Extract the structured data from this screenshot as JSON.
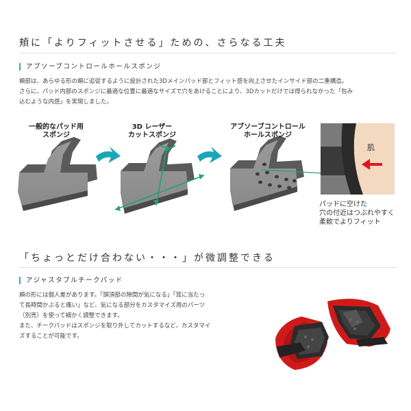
{
  "section1": {
    "heading": "頬に「よりフィットさせる」ための、さらなる工夫",
    "subheading": "アブソーブコントロールホールスポンジ",
    "paragraph": "頬部は、あらゆる形の頬に追従するように設計された3Dメインパッド部とフィット感を向上させたインサイド部の二重構造。\nさらに、パッド内部のスポンジに最適な位置に最適なサイズで穴をあけることにより、3Dカットだけでは得られなかった「包み\n込むような内感」を実現しました。",
    "diagram": {
      "label_general": "一般的なパッド用\nスポンジ",
      "label_3d": "3D レーザー\nカットスポンジ",
      "label_absorb": "アブソーブコントロール\nホールスポンジ",
      "skin_label": "肌",
      "note": "パッドに空けた\n穴の付近はつぶれやすく\n柔軟でよりフィット",
      "colors": {
        "arrow": "#1aa6b8",
        "green": "#1fa27a",
        "red": "#e0161c",
        "skin": "#f2d9bf"
      }
    }
  },
  "section2": {
    "heading": "「ちょっとだけ合わない・・・」が微調整できる",
    "subheading": "アジャスタブルチークパッド",
    "paragraph": "頬の形には個人差があります。「頭頂部の隙間が気になる」「耳に当たっ\nて長時間かぶると痛い」など、気になる部分をカスタマイズ用のパーツ\n（別売）を使って細かく調整できます。\nまた、チークパッドはスポンジを取り外してカットするなど、カスタマイ\nズすることが可能です。"
  }
}
